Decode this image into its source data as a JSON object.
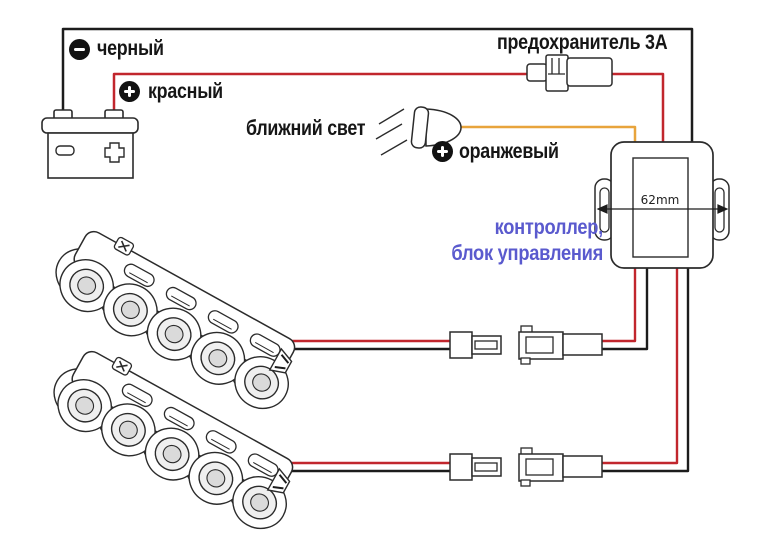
{
  "diagram": {
    "type": "wiring-diagram",
    "labels": {
      "battery_negative_wire": "черный",
      "battery_positive_wire": "красный",
      "fuse": "предохранитель 3А",
      "low_beam": "ближний свет",
      "orange_wire": "оранжевый",
      "controller_caption_line1": "контроллер,",
      "controller_caption_line2": "блок управления",
      "controller_width": "62mm"
    },
    "colors": {
      "wire_black": "#1c1c1c",
      "wire_red": "#c1262d",
      "wire_orange": "#e8a43c",
      "caption_blue": "#5a5ace",
      "line_art": "#2b2b2b"
    },
    "components": [
      "battery",
      "fuse-holder",
      "low-beam-bulb",
      "controller-box",
      "led-module-upper",
      "led-module-lower",
      "connector-pair-upper",
      "connector-pair-lower"
    ]
  }
}
